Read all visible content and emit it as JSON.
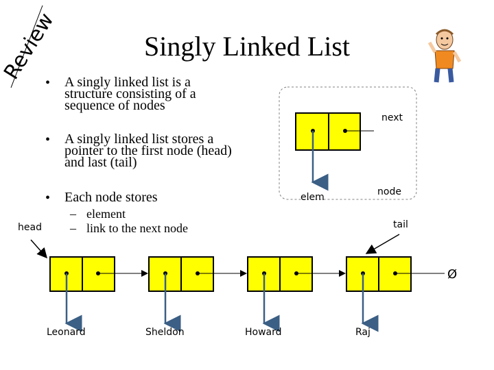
{
  "slide": {
    "title": "Singly Linked List",
    "corner_tag": "Review",
    "bullets": [
      {
        "lines": [
          "A singly linked list is a",
          "structure consisting of a",
          "sequence of nodes"
        ]
      },
      {
        "lines": [
          "A singly linked list stores a",
          "pointer to the first node (head)",
          "and last (tail)"
        ]
      },
      {
        "lines": [
          "Each node stores"
        ]
      }
    ],
    "sub_bullets": [
      "element",
      "link to the next node"
    ],
    "sub_marker": "–",
    "bullet_marker": "•"
  },
  "diagram": {
    "node_labels": {
      "next": "next",
      "elem": "elem",
      "node": "node"
    },
    "head_label": "head",
    "tail_label": "tail",
    "null_symbol": "Ø",
    "elements": [
      "Leonard",
      "Sheldon",
      "Howard",
      "Raj"
    ],
    "node_fill": "#ffff00",
    "pointer_color": "#3b5f85"
  },
  "icons": {
    "corner_figure": "cartoon-man-icon"
  }
}
